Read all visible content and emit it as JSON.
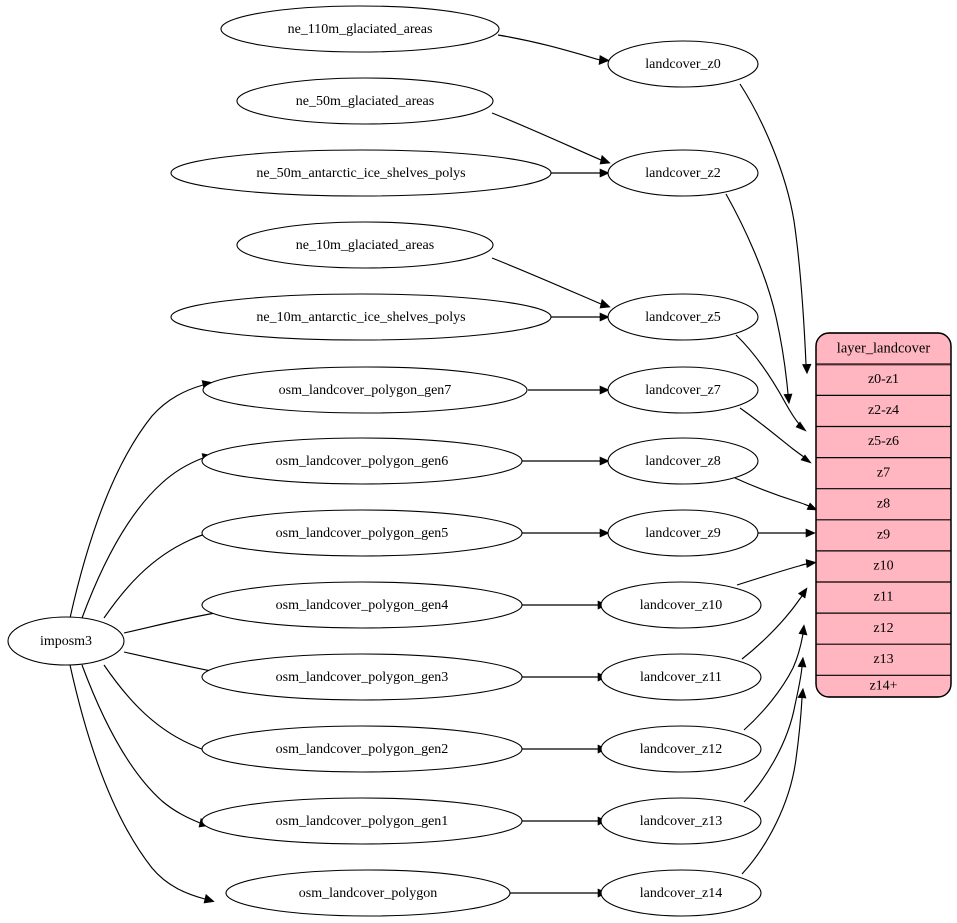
{
  "diagram": {
    "type": "directed-graph",
    "title": "landcover layer generalization graph",
    "background_color": "#ffffff",
    "node_fill": "#ffffff",
    "node_stroke": "#000000",
    "table_fill": "#ffb6c1",
    "edge_color": "#000000"
  },
  "source_node": {
    "id": "imposm3",
    "label": "imposm3"
  },
  "input_nodes": [
    {
      "id": "ne_110m_glaciated_areas",
      "label": "ne_110m_glaciated_areas"
    },
    {
      "id": "ne_50m_glaciated_areas",
      "label": "ne_50m_glaciated_areas"
    },
    {
      "id": "ne_50m_antarctic_ice_shelves_polys",
      "label": "ne_50m_antarctic_ice_shelves_polys"
    },
    {
      "id": "ne_10m_glaciated_areas",
      "label": "ne_10m_glaciated_areas"
    },
    {
      "id": "ne_10m_antarctic_ice_shelves_polys",
      "label": "ne_10m_antarctic_ice_shelves_polys"
    },
    {
      "id": "osm_landcover_polygon_gen7",
      "label": "osm_landcover_polygon_gen7"
    },
    {
      "id": "osm_landcover_polygon_gen6",
      "label": "osm_landcover_polygon_gen6"
    },
    {
      "id": "osm_landcover_polygon_gen5",
      "label": "osm_landcover_polygon_gen5"
    },
    {
      "id": "osm_landcover_polygon_gen4",
      "label": "osm_landcover_polygon_gen4"
    },
    {
      "id": "osm_landcover_polygon_gen3",
      "label": "osm_landcover_polygon_gen3"
    },
    {
      "id": "osm_landcover_polygon_gen2",
      "label": "osm_landcover_polygon_gen2"
    },
    {
      "id": "osm_landcover_polygon_gen1",
      "label": "osm_landcover_polygon_gen1"
    },
    {
      "id": "osm_landcover_polygon",
      "label": "osm_landcover_polygon"
    }
  ],
  "zoom_nodes": [
    {
      "id": "landcover_z0",
      "label": "landcover_z0"
    },
    {
      "id": "landcover_z2",
      "label": "landcover_z2"
    },
    {
      "id": "landcover_z5",
      "label": "landcover_z5"
    },
    {
      "id": "landcover_z7",
      "label": "landcover_z7"
    },
    {
      "id": "landcover_z8",
      "label": "landcover_z8"
    },
    {
      "id": "landcover_z9",
      "label": "landcover_z9"
    },
    {
      "id": "landcover_z10",
      "label": "landcover_z10"
    },
    {
      "id": "landcover_z11",
      "label": "landcover_z11"
    },
    {
      "id": "landcover_z12",
      "label": "landcover_z12"
    },
    {
      "id": "landcover_z13",
      "label": "landcover_z13"
    },
    {
      "id": "landcover_z14",
      "label": "landcover_z14"
    }
  ],
  "layer_table": {
    "title": "layer_landcover",
    "rows": [
      {
        "id": "z0-z1",
        "label": "z0-z1"
      },
      {
        "id": "z2-z4",
        "label": "z2-z4"
      },
      {
        "id": "z5-z6",
        "label": "z5-z6"
      },
      {
        "id": "z7",
        "label": "z7"
      },
      {
        "id": "z8",
        "label": "z8"
      },
      {
        "id": "z9",
        "label": "z9"
      },
      {
        "id": "z10",
        "label": "z10"
      },
      {
        "id": "z11",
        "label": "z11"
      },
      {
        "id": "z12",
        "label": "z12"
      },
      {
        "id": "z13",
        "label": "z13"
      },
      {
        "id": "z14+",
        "label": "z14+"
      }
    ]
  },
  "edges": [
    {
      "from": "ne_110m_glaciated_areas",
      "to": "landcover_z0"
    },
    {
      "from": "ne_50m_glaciated_areas",
      "to": "landcover_z2"
    },
    {
      "from": "ne_50m_antarctic_ice_shelves_polys",
      "to": "landcover_z2"
    },
    {
      "from": "ne_10m_glaciated_areas",
      "to": "landcover_z5"
    },
    {
      "from": "ne_10m_antarctic_ice_shelves_polys",
      "to": "landcover_z5"
    },
    {
      "from": "osm_landcover_polygon_gen7",
      "to": "landcover_z7"
    },
    {
      "from": "osm_landcover_polygon_gen6",
      "to": "landcover_z8"
    },
    {
      "from": "osm_landcover_polygon_gen5",
      "to": "landcover_z9"
    },
    {
      "from": "osm_landcover_polygon_gen4",
      "to": "landcover_z10"
    },
    {
      "from": "osm_landcover_polygon_gen3",
      "to": "landcover_z11"
    },
    {
      "from": "osm_landcover_polygon_gen2",
      "to": "landcover_z12"
    },
    {
      "from": "osm_landcover_polygon_gen1",
      "to": "landcover_z13"
    },
    {
      "from": "osm_landcover_polygon",
      "to": "landcover_z14"
    },
    {
      "from": "imposm3",
      "to": "osm_landcover_polygon_gen7"
    },
    {
      "from": "imposm3",
      "to": "osm_landcover_polygon_gen6"
    },
    {
      "from": "imposm3",
      "to": "osm_landcover_polygon_gen5"
    },
    {
      "from": "imposm3",
      "to": "osm_landcover_polygon_gen4"
    },
    {
      "from": "imposm3",
      "to": "osm_landcover_polygon_gen3"
    },
    {
      "from": "imposm3",
      "to": "osm_landcover_polygon_gen2"
    },
    {
      "from": "imposm3",
      "to": "osm_landcover_polygon_gen1"
    },
    {
      "from": "imposm3",
      "to": "osm_landcover_polygon"
    },
    {
      "from": "landcover_z0",
      "to": "z0-z1"
    },
    {
      "from": "landcover_z2",
      "to": "z2-z4"
    },
    {
      "from": "landcover_z5",
      "to": "z5-z6"
    },
    {
      "from": "landcover_z7",
      "to": "z7"
    },
    {
      "from": "landcover_z8",
      "to": "z8"
    },
    {
      "from": "landcover_z9",
      "to": "z9"
    },
    {
      "from": "landcover_z10",
      "to": "z10"
    },
    {
      "from": "landcover_z11",
      "to": "z11"
    },
    {
      "from": "landcover_z12",
      "to": "z12"
    },
    {
      "from": "landcover_z13",
      "to": "z13"
    },
    {
      "from": "landcover_z14",
      "to": "z14+"
    }
  ]
}
